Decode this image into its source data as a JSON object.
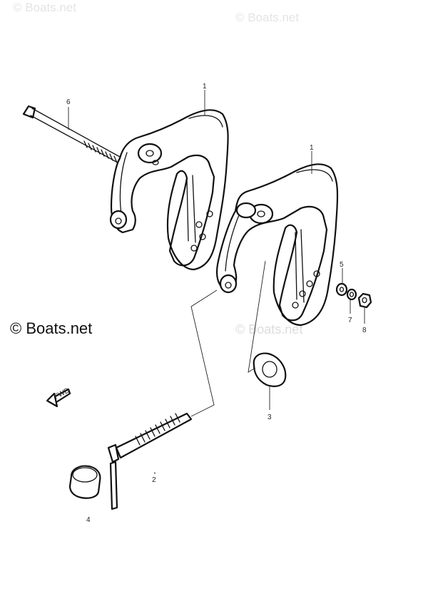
{
  "watermarks": {
    "top_left": "© Boats.net",
    "top_center": "© Boats.net",
    "main": "© Boats.net",
    "faint_mid": "© Boats.net"
  },
  "fwd_label": "FWD",
  "callouts": [
    {
      "id": "bracket-upper",
      "label": "1"
    },
    {
      "id": "bracket-lower",
      "label": "1"
    },
    {
      "id": "clamp-screw",
      "label": "2"
    },
    {
      "id": "clamp-pad",
      "label": "3"
    },
    {
      "id": "cap",
      "label": "4"
    },
    {
      "id": "washer",
      "label": "5"
    },
    {
      "id": "bolt",
      "label": "6"
    },
    {
      "id": "spring-washer",
      "label": "7"
    },
    {
      "id": "nut",
      "label": "8"
    }
  ]
}
